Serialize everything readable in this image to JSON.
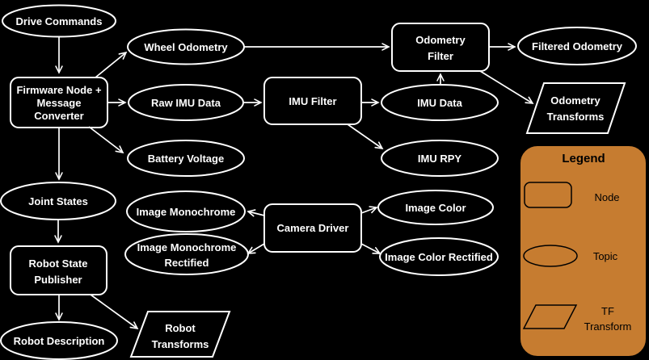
{
  "colors": {
    "background": "#000000",
    "diagram_line": "#ffffff",
    "diagram_text": "#ffffff",
    "legend_background": "#c67c30",
    "legend_line": "#000000",
    "legend_text": "#000000"
  },
  "nodes": {
    "drive_commands": {
      "type": "topic",
      "label": "Drive Commands"
    },
    "firmware_node": {
      "type": "node",
      "lines": [
        "Firmware Node +",
        "Message",
        "Converter"
      ]
    },
    "wheel_odometry": {
      "type": "topic",
      "label": "Wheel Odometry"
    },
    "raw_imu_data": {
      "type": "topic",
      "label": "Raw IMU Data"
    },
    "battery_voltage": {
      "type": "topic",
      "label": "Battery Voltage"
    },
    "imu_filter": {
      "type": "node",
      "label": "IMU Filter"
    },
    "imu_data": {
      "type": "topic",
      "label": "IMU Data"
    },
    "imu_rpy": {
      "type": "topic",
      "label": "IMU RPY"
    },
    "odometry_filter": {
      "type": "node",
      "lines": [
        "Odometry",
        "Filter"
      ]
    },
    "filtered_odometry": {
      "type": "topic",
      "label": "Filtered Odometry"
    },
    "odometry_transforms": {
      "type": "tf_transform",
      "lines": [
        "Odometry",
        "Transforms"
      ]
    },
    "joint_states": {
      "type": "topic",
      "label": "Joint States"
    },
    "robot_state_publisher": {
      "type": "node",
      "lines": [
        "Robot State",
        "Publisher"
      ]
    },
    "robot_description": {
      "type": "topic",
      "label": "Robot Description"
    },
    "robot_transforms": {
      "type": "tf_transform",
      "lines": [
        "Robot",
        "Transforms"
      ]
    },
    "image_monochrome": {
      "type": "topic",
      "label": "Image Monochrome"
    },
    "image_monochrome_rectified": {
      "type": "topic",
      "lines": [
        "Image Monochrome",
        "Rectified"
      ]
    },
    "camera_driver": {
      "type": "node",
      "label": "Camera Driver"
    },
    "image_color": {
      "type": "topic",
      "label": "Image Color"
    },
    "image_color_rectified": {
      "type": "topic",
      "label": "Image Color Rectified"
    }
  },
  "edges": [
    {
      "from": "drive_commands",
      "to": "firmware_node"
    },
    {
      "from": "firmware_node",
      "to": "wheel_odometry"
    },
    {
      "from": "firmware_node",
      "to": "raw_imu_data"
    },
    {
      "from": "firmware_node",
      "to": "battery_voltage"
    },
    {
      "from": "firmware_node",
      "to": "joint_states"
    },
    {
      "from": "wheel_odometry",
      "to": "odometry_filter"
    },
    {
      "from": "raw_imu_data",
      "to": "imu_filter"
    },
    {
      "from": "imu_filter",
      "to": "imu_data"
    },
    {
      "from": "imu_filter",
      "to": "imu_rpy"
    },
    {
      "from": "imu_data",
      "to": "odometry_filter"
    },
    {
      "from": "odometry_filter",
      "to": "filtered_odometry"
    },
    {
      "from": "odometry_filter",
      "to": "odometry_transforms"
    },
    {
      "from": "joint_states",
      "to": "robot_state_publisher"
    },
    {
      "from": "robot_state_publisher",
      "to": "robot_description"
    },
    {
      "from": "robot_state_publisher",
      "to": "robot_transforms"
    },
    {
      "from": "camera_driver",
      "to": "image_monochrome"
    },
    {
      "from": "camera_driver",
      "to": "image_monochrome_rectified"
    },
    {
      "from": "camera_driver",
      "to": "image_color"
    },
    {
      "from": "camera_driver",
      "to": "image_color_rectified"
    }
  ],
  "legend": {
    "title": "Legend",
    "items": [
      {
        "shape": "node",
        "label": "Node"
      },
      {
        "shape": "topic",
        "label": "Topic"
      },
      {
        "shape": "tf_transform",
        "label": "TF Transform",
        "lines": [
          "TF",
          "Transform"
        ]
      }
    ]
  }
}
